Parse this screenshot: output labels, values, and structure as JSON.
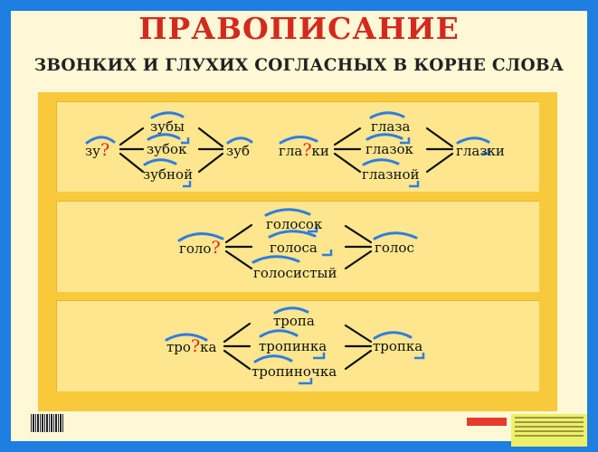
{
  "heading": {
    "title": "ПРАВОПИСАНИЕ",
    "subtitle": "ЗВОНКИХ И ГЛУХИХ СОГЛАСНЫХ В КОРНЕ СЛОВА"
  },
  "panel1": {
    "left": {
      "root_start": "зу",
      "mark": "?",
      "words": [
        "зубы",
        "зубок",
        "зубной"
      ],
      "result": "зуб"
    },
    "right": {
      "root_start": "гла",
      "mark": "?",
      "root_end": "ки",
      "words": [
        "глаза",
        "глазок",
        "глазной"
      ],
      "result": "глазки"
    }
  },
  "panel2": {
    "root_start": "голо",
    "mark": "?",
    "words": [
      "голосок",
      "голоса",
      "голосистый"
    ],
    "result": "голос"
  },
  "panel3": {
    "root_start": "тро",
    "mark": "?",
    "root_end": "ка",
    "words": [
      "тропа",
      "тропинка",
      "тропиночка"
    ],
    "result": "тропка"
  },
  "colors": {
    "border_blue": "#1f7fe0",
    "title_red": "#d42a1e",
    "frame_orange": "#f9c93c",
    "panel_yellow": "#fde68e",
    "arc_blue": "#2f7de1"
  }
}
